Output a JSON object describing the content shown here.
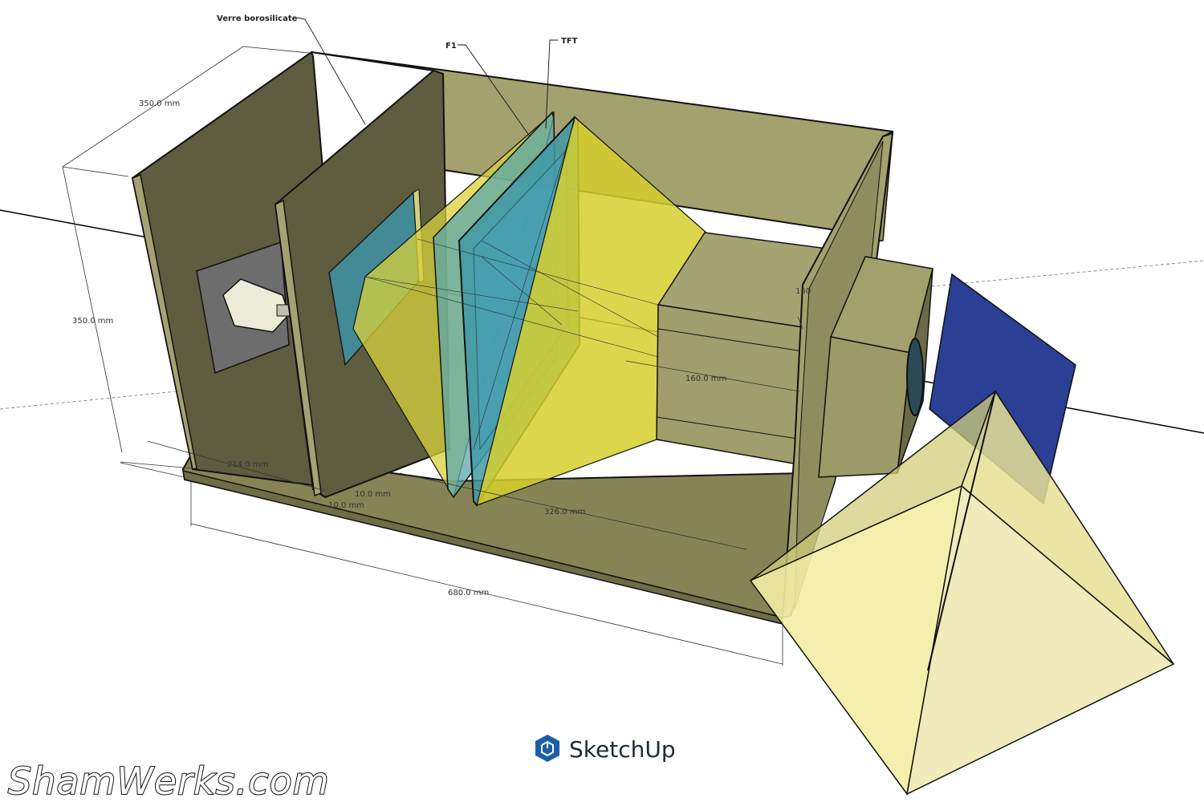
{
  "callouts": {
    "glass": "Verre borosilicate",
    "f1": "F1",
    "tft": "TFT"
  },
  "dimensions": {
    "depth_top": "350.0 mm",
    "height_left": "350.0 mm",
    "front_214": "214.0 mm",
    "gap_a": "10.0 mm",
    "gap_b": "10.0 mm",
    "span_326": "326.0 mm",
    "length_680": "680.0 mm",
    "box_160": "160.0 mm",
    "box_160_partial": "160"
  },
  "branding": {
    "logo_text": "SketchUp",
    "watermark": "ShamWerks.com"
  },
  "colors": {
    "wood": "#9c9c6b",
    "wood_dark": "#5f5f40",
    "yellow_cone": "#d8d23a",
    "lcd_teal": "#3f9aa6",
    "blue_plate": "#2b3f94",
    "pyramid": "#f3eda4"
  }
}
